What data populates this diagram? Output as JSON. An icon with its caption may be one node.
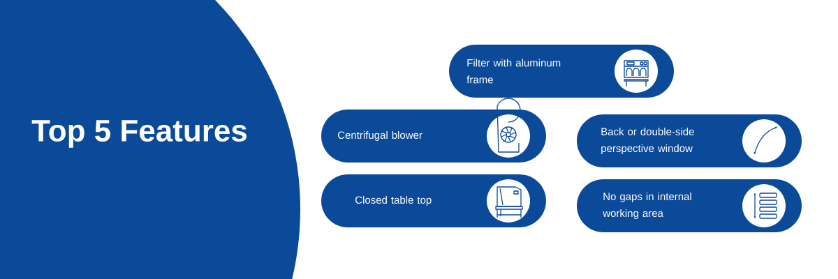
{
  "diagram": {
    "title": "Top 5 Features",
    "nodes": [
      {
        "text": [
          "Filter with aluminum frame"
        ]
      },
      {
        "text": [
          "Centrifugal blower"
        ]
      },
      {
        "text": [
          "Back or double-side perspective window"
        ]
      },
      {
        "text": [
          "Closed table top"
        ]
      },
      {
        "text": [
          "No gaps in internal working area"
        ]
      }
    ]
  }
}
